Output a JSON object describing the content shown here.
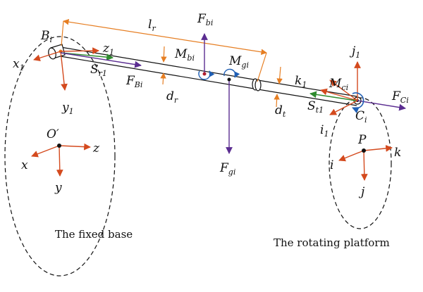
{
  "diagram": {
    "captions": {
      "fixed_base": "The fixed base",
      "rotating_platform": "The rotating platform"
    },
    "labels": {
      "Bi": {
        "main": "B",
        "sub": "i"
      },
      "Ci": {
        "main": "C",
        "sub": "i"
      },
      "x1": {
        "main": "x",
        "sub": "1"
      },
      "y1": {
        "main": "y",
        "sub": "1"
      },
      "z1": {
        "main": "z",
        "sub": "1"
      },
      "i1": {
        "main": "i",
        "sub": "1"
      },
      "j1": {
        "main": "j",
        "sub": "1"
      },
      "k1": {
        "main": "k",
        "sub": "1"
      },
      "Sr1": {
        "main": "S",
        "sub": "r1"
      },
      "St1": {
        "main": "S",
        "sub": "t1"
      },
      "FBi": {
        "main": "F",
        "sub": "Bi"
      },
      "Fbi": {
        "main": "F",
        "sub": "bi"
      },
      "Fgi": {
        "main": "F",
        "sub": "gi"
      },
      "FCi": {
        "main": "F",
        "sub": "Ci"
      },
      "Mbi": {
        "main": "M",
        "sub": "bi"
      },
      "Mgi": {
        "main": "M",
        "sub": "gi"
      },
      "Mci": {
        "main": "M",
        "sub": "ci"
      },
      "lr": {
        "main": "l",
        "sub": "r"
      },
      "dr": {
        "main": "d",
        "sub": "r"
      },
      "dt": {
        "main": "d",
        "sub": "t"
      },
      "O_prime": "O′",
      "x": "x",
      "y": "y",
      "z": "z",
      "P": "P",
      "i": "i",
      "j": "j",
      "k": "k"
    },
    "colors": {
      "red_axis": "#d44a1e",
      "purple_force": "#5b2d91",
      "green_vector": "#2e8b2e",
      "orange_dimension": "#e67e22",
      "blue_moment": "#1f5fb5",
      "black": "#111111"
    }
  }
}
